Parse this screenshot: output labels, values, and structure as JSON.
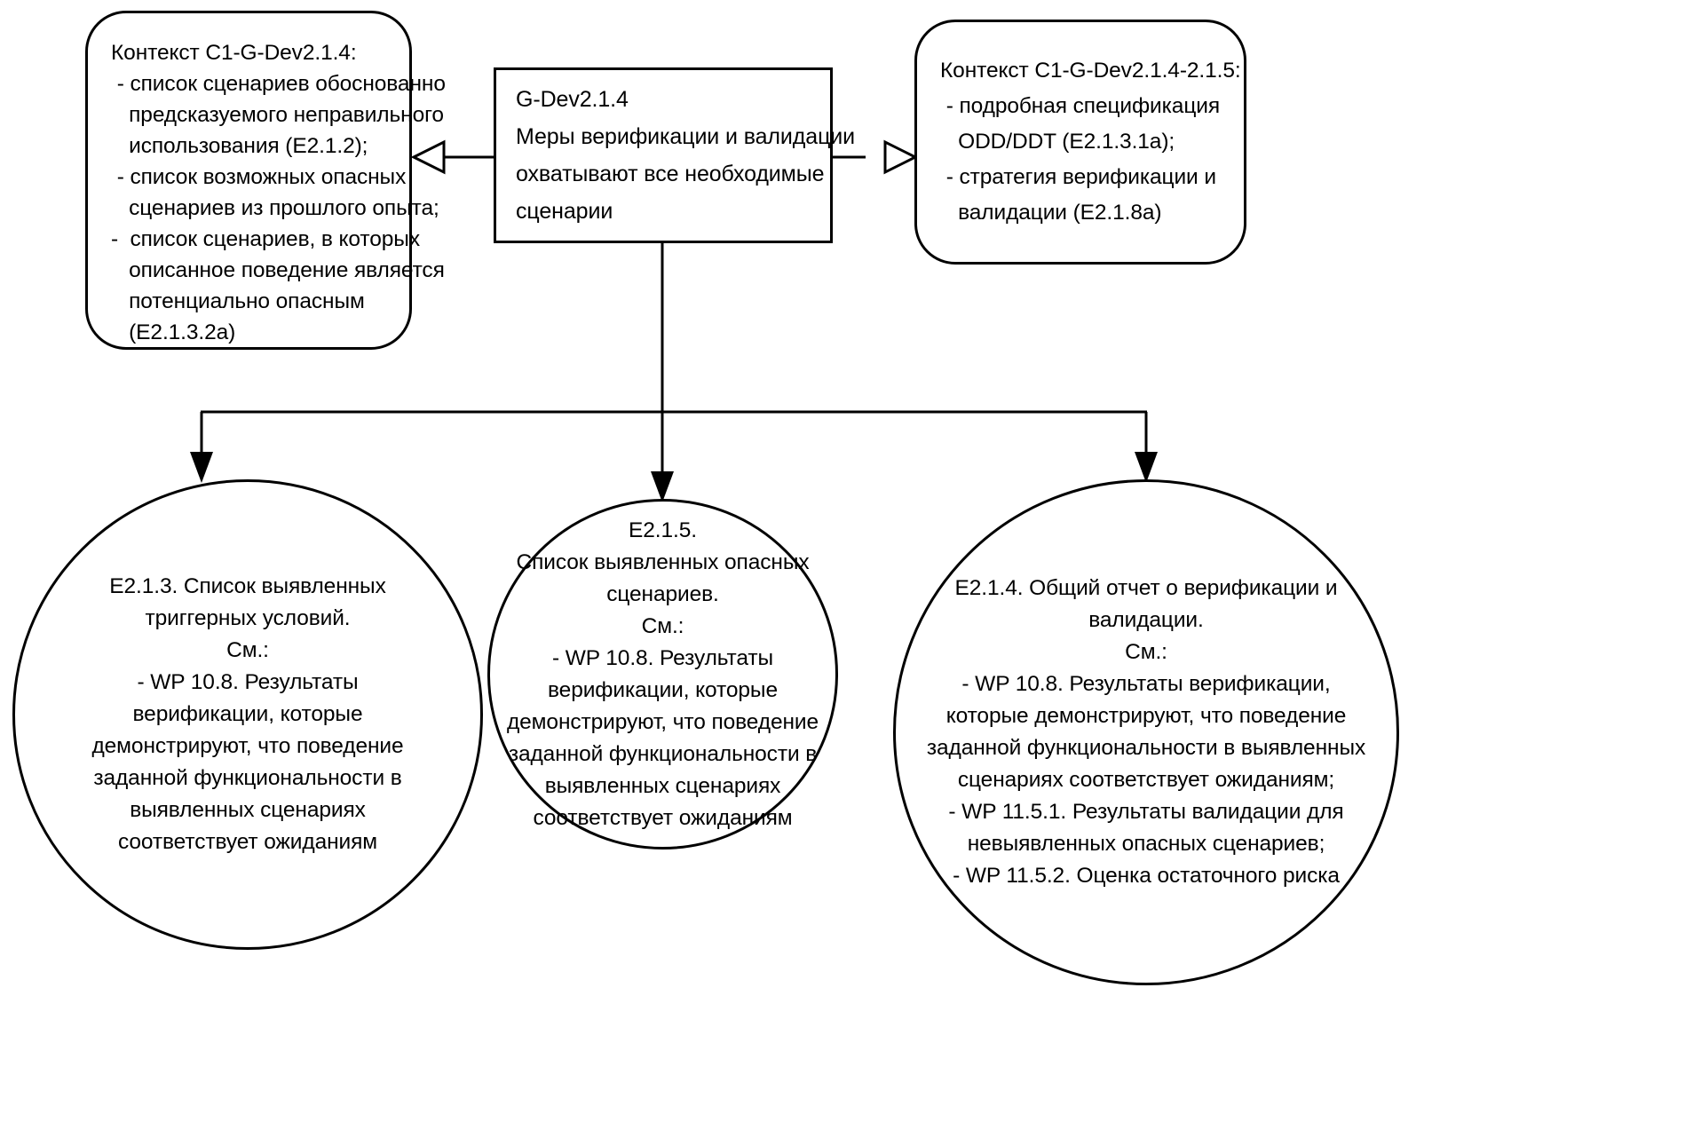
{
  "diagram": {
    "title": "GSN argument fragment G-Dev2.1.4",
    "notation": "Goal Structuring Notation",
    "stroke_color": "#000000",
    "background_color": "#ffffff"
  },
  "nodes": {
    "context_left": {
      "id": "C1-G-Dev2.1.4",
      "type": "context",
      "shape": "rounded-rectangle",
      "lines": [
        "Контекст C1-G-Dev2.1.4:",
        " - список сценариев обоснованно",
        "   предсказуемого неправильного",
        "   использования (E2.1.2);",
        " - список возможных опасных",
        "   сценариев из прошлого опыта;",
        "-  список сценариев, в которых",
        "   описанное поведение является",
        "   потенциально опасным",
        "   (E2.1.3.2a)"
      ]
    },
    "goal_center": {
      "id": "G-Dev2.1.4",
      "type": "goal",
      "shape": "rectangle",
      "lines": [
        "G-Dev2.1.4",
        "Меры верификации и валидации",
        "охватывают все необходимые",
        "сценарии"
      ]
    },
    "context_right": {
      "id": "C1-G-Dev2.1.4-2.1.5",
      "type": "context",
      "shape": "rounded-rectangle",
      "lines": [
        "Контекст C1-G-Dev2.1.4-2.1.5:",
        " - подробная спецификация",
        "   ODD/DDT (E2.1.3.1a);",
        " - стратегия верификации и",
        "   валидации (E2.1.8a)"
      ]
    },
    "solution_left": {
      "id": "E2.1.3",
      "type": "solution",
      "shape": "circle",
      "lines": [
        "E2.1.3. Список выявленных",
        "триггерных условий.",
        "См.:",
        "- WP 10.8. Результаты",
        "верификации, которые",
        "демонстрируют, что поведение",
        "заданной функциональности в",
        "выявленных сценариях",
        "соответствует ожиданиям"
      ]
    },
    "solution_middle": {
      "id": "E2.1.5",
      "type": "solution",
      "shape": "circle",
      "lines": [
        "E2.1.5.",
        "Список выявленных опасных",
        "сценариев.",
        "См.:",
        "- WP 10.8. Результаты",
        "верификации, которые",
        "демонстрируют, что поведение",
        "заданной функциональности в",
        "выявленных сценариях",
        "соответствует ожиданиям"
      ]
    },
    "solution_right": {
      "id": "E2.1.4",
      "type": "solution",
      "shape": "circle",
      "lines": [
        "E2.1.4. Общий отчет о верификации и",
        "валидации.",
        "См.:",
        "- WP 10.8. Результаты верификации,",
        "которые демонстрируют, что поведение",
        "заданной функциональности в выявленных",
        "сценариях соответствует ожиданиям;",
        "- WP 11.5.1. Результаты валидации для",
        "невыявленных опасных сценариев;",
        "- WP 11.5.2. Оценка остаточного риска"
      ]
    }
  },
  "connectors": [
    {
      "name": "goal-to-context-left",
      "from": "goal_center",
      "to": "context_left",
      "arrow": "hollow-triangle",
      "relation": "in-context-of"
    },
    {
      "name": "goal-to-context-right",
      "from": "goal_center",
      "to": "context_right",
      "arrow": "hollow-triangle",
      "relation": "in-context-of"
    },
    {
      "name": "goal-to-solution-left",
      "from": "goal_center",
      "to": "solution_left",
      "arrow": "solid-triangle",
      "relation": "solved-by"
    },
    {
      "name": "goal-to-solution-middle",
      "from": "goal_center",
      "to": "solution_middle",
      "arrow": "solid-triangle",
      "relation": "solved-by"
    },
    {
      "name": "goal-to-solution-right",
      "from": "goal_center",
      "to": "solution_right",
      "arrow": "solid-triangle",
      "relation": "solved-by"
    }
  ]
}
